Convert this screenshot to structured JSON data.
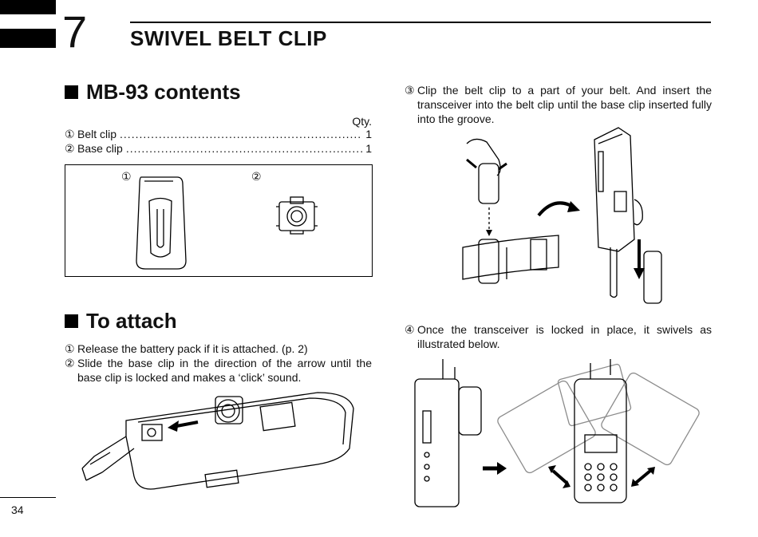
{
  "header": {
    "chapter_number": "7",
    "chapter_title": "SWIVEL BELT CLIP"
  },
  "contents": {
    "heading": "MB-93 contents",
    "qty_label": "Qty.",
    "items": [
      {
        "num": "①",
        "name": "Belt clip",
        "qty": "1"
      },
      {
        "num": "②",
        "name": "Base clip",
        "qty": "1"
      }
    ],
    "figure_labels": [
      "①",
      "②"
    ]
  },
  "attach": {
    "heading": "To attach",
    "steps": [
      {
        "num": "①",
        "text": "Release the battery pack if it is attached. (p. 2)"
      },
      {
        "num": "②",
        "text": "Slide the base clip in the direction of the arrow until the base clip is locked and makes a ‘click’ sound."
      },
      {
        "num": "③",
        "text": "Clip the belt clip to a part of your belt. And insert the transceiver into the belt clip until the base clip inserted fully into the groove."
      },
      {
        "num": "④",
        "text": "Once the transceiver is locked in place, it swivels as illustrated below."
      }
    ]
  },
  "footer": {
    "page_number": "34"
  },
  "icons": {
    "bullet": "black-square-icon"
  }
}
